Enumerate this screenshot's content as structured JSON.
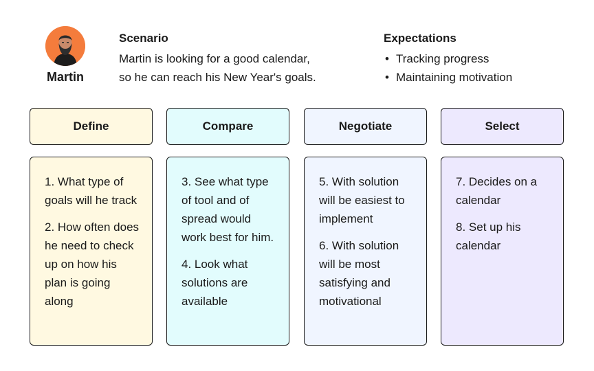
{
  "persona": {
    "name": "Martin"
  },
  "scenario": {
    "title": "Scenario",
    "line1": "Martin is looking for a good calendar,",
    "line2": "so he can reach his New Year's goals."
  },
  "expectations": {
    "title": "Expectations",
    "items": [
      "Tracking progress",
      "Maintaining motivation"
    ]
  },
  "stages": [
    {
      "title": "Define",
      "steps": [
        "1. What type of goals will he track",
        "2. How often does he need to check up on how his plan is going along"
      ]
    },
    {
      "title": "Compare",
      "steps": [
        "3. See what type of tool and of spread would work best for him.",
        "4. Look what solutions are available"
      ]
    },
    {
      "title": "Negotiate",
      "steps": [
        "5. With solution will be easiest to implement",
        "6. With solution will be most satisfying and motivational"
      ]
    },
    {
      "title": "Select",
      "steps": [
        "7. Decides on a calendar",
        "8. Set up his calendar"
      ]
    }
  ],
  "colors": {
    "avatar_bg": "#f47c3c",
    "define_bg": "#fff9e1",
    "compare_bg": "#e2fcfd",
    "negotiate_bg": "#f0f5ff",
    "select_bg": "#ede9fe",
    "border": "#1a1a1a"
  }
}
